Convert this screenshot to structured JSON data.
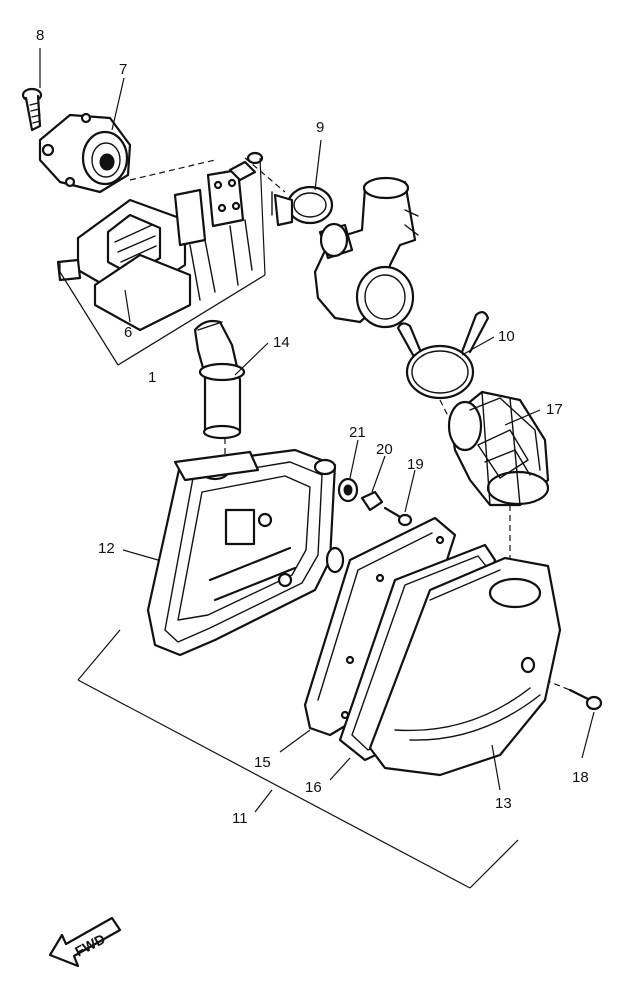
{
  "callouts": {
    "c1": "1",
    "c6": "6",
    "c7": "7",
    "c8": "8",
    "c9": "9",
    "c10": "10",
    "c11": "11",
    "c12": "12",
    "c13": "13",
    "c14": "14",
    "c15": "15",
    "c16": "16",
    "c17": "17",
    "c18": "18",
    "c19": "19",
    "c20": "20",
    "c21": "21"
  },
  "fwd_label": "FWD",
  "colors": {
    "ink": "#111111",
    "paper": "#ffffff"
  }
}
